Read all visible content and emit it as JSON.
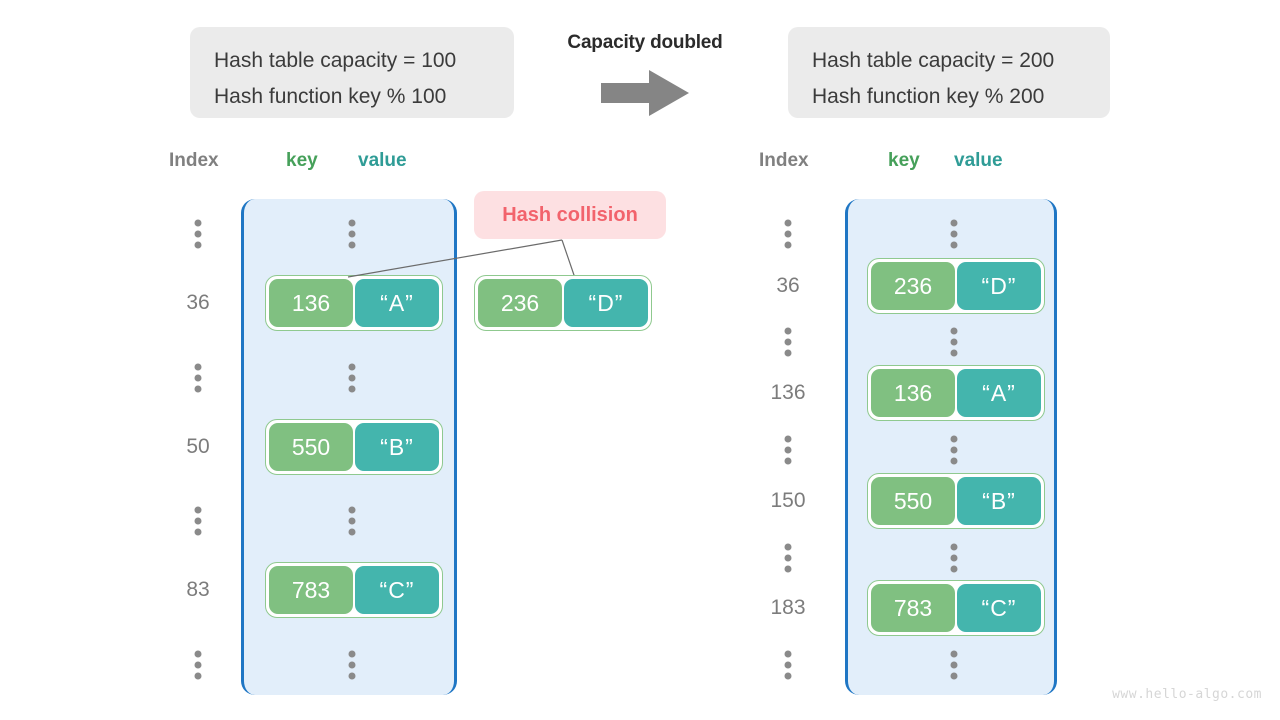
{
  "diagram": {
    "title": "Hash table resize / rehash diagram",
    "watermark": "www.hello-algo.com",
    "transition": {
      "label": "Capacity doubled",
      "arrow_icon": "arrow-right-icon",
      "arrow_color": "#858585"
    },
    "colors": {
      "caption_bg": "#ebebeb",
      "table_bg": "#e2eefa",
      "table_border": "#1f76c4",
      "key_box": "#80c081",
      "value_box": "#44b5ad",
      "pair_border": "#8fc98f",
      "index_text": "#7c7c7c",
      "header_index": "#808080",
      "header_key": "#46a05a",
      "header_value": "#2f9c96",
      "collision_bg": "#fde0e2",
      "collision_text": "#f2636c",
      "dots": "#8a8a8a"
    }
  },
  "left": {
    "caption": {
      "line1": "Hash table capacity = 100",
      "line2": "Hash function key % 100"
    },
    "headers": {
      "index": "Index",
      "key": "key",
      "value": "value"
    },
    "rows": [
      {
        "type": "dots",
        "index": "",
        "key": "",
        "value": ""
      },
      {
        "type": "entry",
        "index": "36",
        "key": "136",
        "value": "“A”"
      },
      {
        "type": "dots",
        "index": "",
        "key": "",
        "value": ""
      },
      {
        "type": "entry",
        "index": "50",
        "key": "550",
        "value": "“B”"
      },
      {
        "type": "dots",
        "index": "",
        "key": "",
        "value": ""
      },
      {
        "type": "entry",
        "index": "83",
        "key": "783",
        "value": "“C”"
      },
      {
        "type": "dots",
        "index": "",
        "key": "",
        "value": ""
      }
    ],
    "collision": {
      "label": "Hash collision",
      "orphan_pair": {
        "key": "236",
        "value": "“D”"
      }
    }
  },
  "right": {
    "caption": {
      "line1": "Hash table capacity = 200",
      "line2": "Hash function key % 200"
    },
    "headers": {
      "index": "Index",
      "key": "key",
      "value": "value"
    },
    "rows": [
      {
        "type": "dots",
        "index": "",
        "key": "",
        "value": ""
      },
      {
        "type": "entry",
        "index": "36",
        "key": "236",
        "value": "“D”"
      },
      {
        "type": "dots",
        "index": "",
        "key": "",
        "value": ""
      },
      {
        "type": "entry",
        "index": "136",
        "key": "136",
        "value": "“A”"
      },
      {
        "type": "dots",
        "index": "",
        "key": "",
        "value": ""
      },
      {
        "type": "entry",
        "index": "150",
        "key": "550",
        "value": "“B”"
      },
      {
        "type": "dots",
        "index": "",
        "key": "",
        "value": ""
      },
      {
        "type": "entry",
        "index": "183",
        "key": "783",
        "value": "“C”"
      },
      {
        "type": "dots",
        "index": "",
        "key": "",
        "value": ""
      }
    ]
  }
}
